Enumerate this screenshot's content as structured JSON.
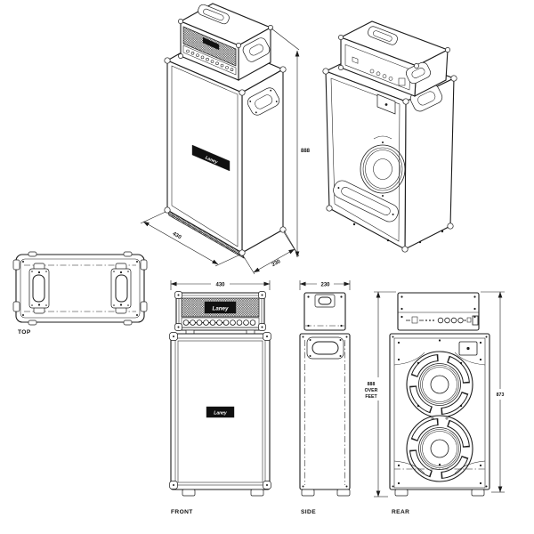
{
  "drawing": {
    "brand": "Laney",
    "view_labels": {
      "top": "TOP",
      "front": "FRONT",
      "side": "SIDE",
      "rear": "REAR"
    },
    "dimensions": {
      "iso_height": "888",
      "iso_width": "430",
      "iso_depth": "230",
      "front_width": "430",
      "side_depth": "230",
      "overall_height": [
        "888",
        "OVER",
        "FEET"
      ],
      "rear_height": "873"
    },
    "line_color": "#1b1b1b",
    "badge_color": "#101010"
  }
}
